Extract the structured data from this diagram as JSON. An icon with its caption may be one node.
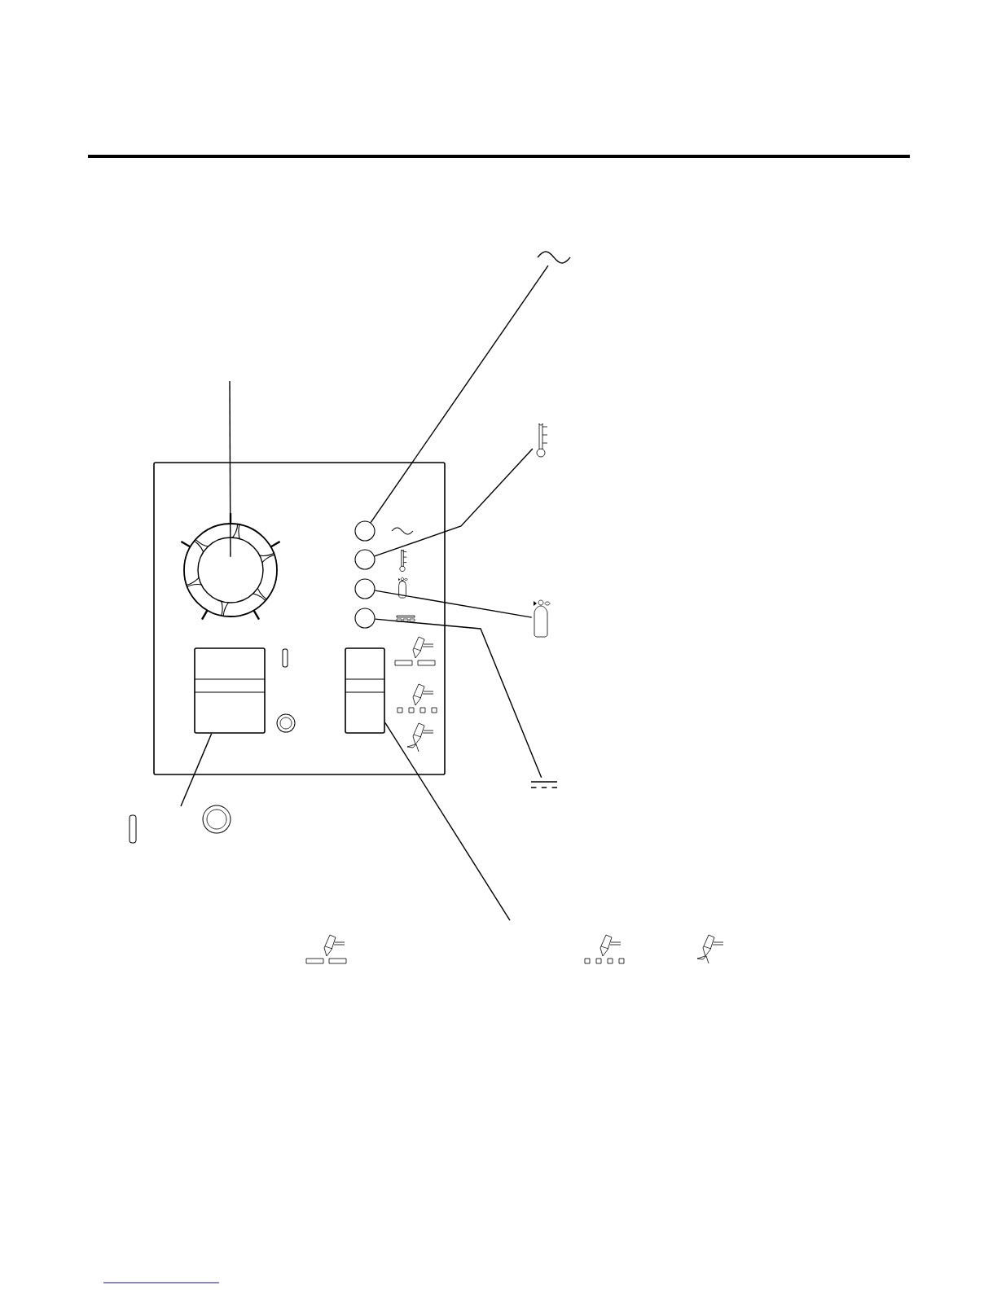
{
  "diagram": {
    "nodes": [
      {
        "text": [],
        "shape": "box"
      },
      {
        "text": [],
        "shape": "circle",
        "in": 0
      },
      {
        "text": [],
        "shape": "circle",
        "in": 0
      },
      {
        "text": [],
        "shape": "circle",
        "in": 0
      },
      {
        "text": [],
        "shape": "circle",
        "in": 0
      },
      {
        "text": [],
        "shape": "circle",
        "in": 0
      },
      {
        "text": [],
        "shape": "box",
        "in": 0
      },
      {
        "text": [],
        "shape": "box",
        "in": 0
      },
      {
        "text": [],
        "shape": "symbol"
      },
      {
        "text": [],
        "shape": "symbol"
      },
      {
        "text": [],
        "shape": "symbol"
      },
      {
        "text": [],
        "shape": "symbol"
      }
    ],
    "edges": [
      {
        "from": null,
        "to": 1,
        "arrow": "none"
      },
      {
        "from": 2,
        "to": 8,
        "arrow": "none"
      },
      {
        "from": 3,
        "to": 9,
        "arrow": "none"
      },
      {
        "from": 4,
        "to": 10,
        "arrow": "none"
      },
      {
        "from": 5,
        "to": 11,
        "arrow": "none"
      },
      {
        "from": 6,
        "to": null,
        "arrow": "none"
      },
      {
        "from": 7,
        "to": null,
        "arrow": "none"
      }
    ]
  }
}
